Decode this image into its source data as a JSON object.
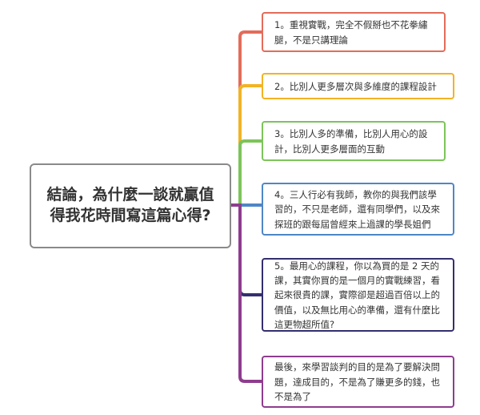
{
  "root": {
    "text": "結論，為什麼一談就贏值得我花時間寫這篇心得?"
  },
  "branches": [
    {
      "text": "1。重視實戰，完全不假掰也不花拳繡腿，不是只講理論",
      "color": "#e36c5a"
    },
    {
      "text": "2。比別人更多層次與多維度的課程設計",
      "color": "#f2b324"
    },
    {
      "text": "3。比別人多的準備，比別人用心的設計，比別人更多層面的互動",
      "color": "#7dc45a"
    },
    {
      "text": "4。三人行必有我師，教你的與我們該學習的，不只是老師，還有同學們，以及來探班的跟每屆曾經來上過課的學長姐們",
      "color": "#4f86c6"
    },
    {
      "text": "5。最用心的課程，你以為買的是 2 天的課，其實你買的是一個月的實戰練習，看起來很貴的課，實際卻是超過百倍以上的價值，以及無比用心的準備，還有什麼比這更物超所值?",
      "color": "#332f6e"
    },
    {
      "text": "最後，來學習談判的目的是為了要解決問題，達成目的，不是為了賺更多的錢，也不是為了",
      "color": "#8e3d8e"
    }
  ]
}
